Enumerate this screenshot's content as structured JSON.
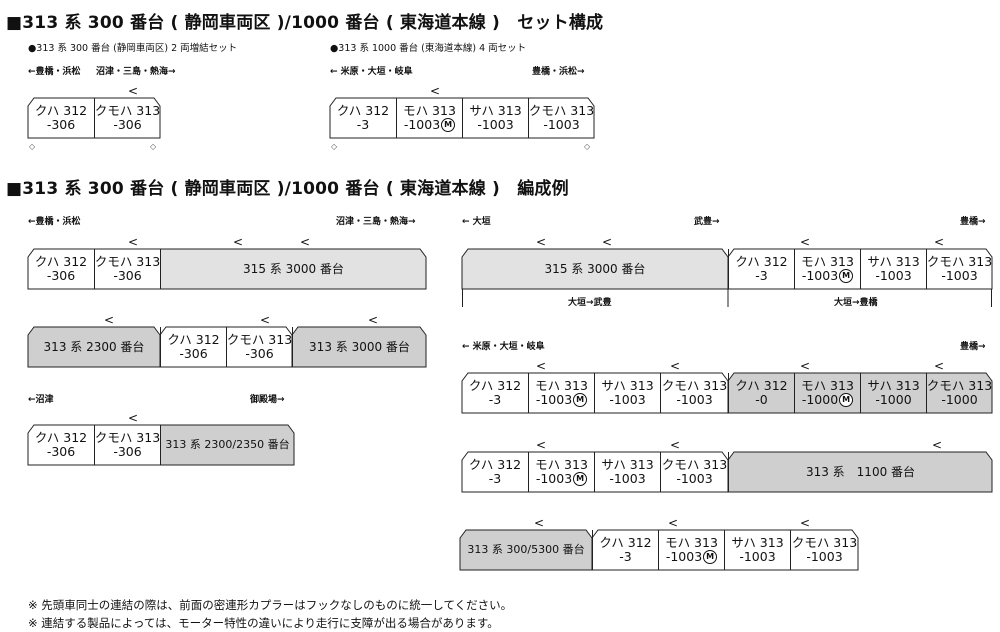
{
  "heading_set": "■313 系 300 番台 ( 静岡車両区 )/1000 番台 ( 東海道本線 )　セット構成",
  "heading_example": "■313 系 300 番台 ( 静岡車両区 )/1000 番台 ( 東海道本線 )　編成例",
  "set1": {
    "label": "●313 系 300 番台 (静岡車両区) 2 両増結セット",
    "dir_left": "←豊橋・浜松",
    "dir_right": "沼津・三島・熱海→",
    "cars": [
      {
        "name": "クハ 312",
        "num": "-306"
      },
      {
        "name": "クモハ 313",
        "num": "-306"
      }
    ]
  },
  "set2": {
    "label": "●313 系 1000 番台 (東海道本線) 4 両セット",
    "dir_left": "← 米原・大垣・岐阜",
    "dir_right": "豊橋・浜松→",
    "cars": [
      {
        "name": "クハ 312",
        "num": "-3"
      },
      {
        "name": "モハ 313",
        "num": "-1003",
        "motor": "M"
      },
      {
        "name": "サハ 313",
        "num": "-1003"
      },
      {
        "name": "クモハ 313",
        "num": "-1003"
      }
    ]
  },
  "ex1": {
    "dir_left": "←豊橋・浜松",
    "dir_right": "沼津・三島・熱海→",
    "block": "315 系 3000 番台"
  },
  "ex2": {
    "block_left": "313 系 2300 番台",
    "block_right": "313 系 3000 番台"
  },
  "ex3": {
    "dir_left": "←沼津",
    "dir_right": "御殿場→",
    "block": "313 系 2300/2350 番台"
  },
  "ex4": {
    "dir_left": "← 大垣",
    "dir_mid": "武豊→",
    "dir_right": "豊橋→",
    "block": "315 系 3000 番台",
    "route_left": "大垣→武豊",
    "route_right": "大垣→豊橋"
  },
  "ex5": {
    "dir_left": "← 米原・大垣・岐阜",
    "dir_right": "豊橋→",
    "cars_b": [
      {
        "name": "クハ 312",
        "num": "-0"
      },
      {
        "name": "モハ 313",
        "num": "-1000",
        "motor": "M"
      },
      {
        "name": "サハ 313",
        "num": "-1000"
      },
      {
        "name": "クモハ 313",
        "num": "-1000"
      }
    ]
  },
  "ex6": {
    "block": "313 系　1100 番台"
  },
  "ex7": {
    "block": "313 系 300/5300 番台"
  },
  "notes": [
    "※ 先頭車同士の連結の際は、前面の密連形カプラーはフックなしのものに統一してください。",
    "※ 連結する製品によっては、モーター特性の違いにより走行に支障が出る場合があります。"
  ]
}
